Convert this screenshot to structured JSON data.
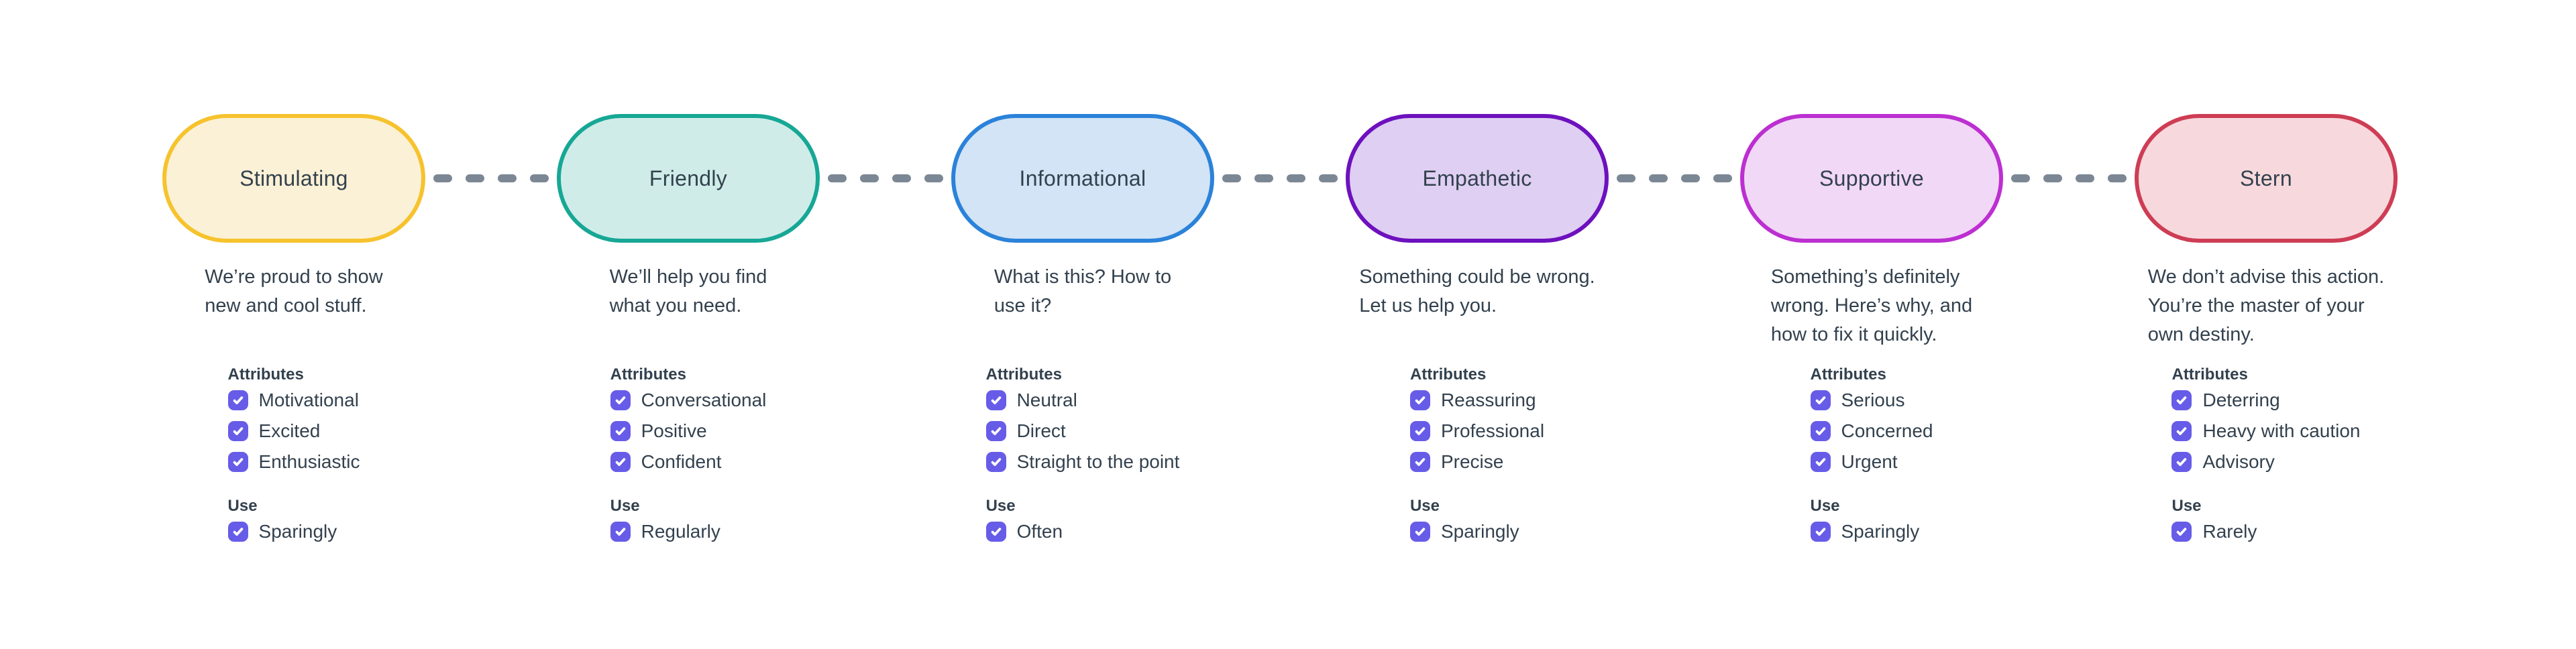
{
  "diagram": {
    "section_labels": {
      "attributes": "Attributes",
      "use": "Use"
    },
    "styles": {
      "checkbox_color": "#675CE8",
      "connector_color": "#7B8794",
      "text_color": "#33414E",
      "background_color": "#FFFFFF"
    },
    "tones": [
      {
        "label": "Stimulating",
        "description": "We’re proud to show\nnew and cool stuff.",
        "attributes": [
          "Motivational",
          "Excited",
          "Enthusiastic"
        ],
        "use": "Sparingly",
        "border_color": "#F6C32E",
        "fill_color": "#FBF1D6"
      },
      {
        "label": "Friendly",
        "description": "We’ll help you find\nwhat you need.",
        "attributes": [
          "Conversational",
          "Positive",
          "Confident"
        ],
        "use": "Regularly",
        "border_color": "#17A795",
        "fill_color": "#D0ECE9"
      },
      {
        "label": "Informational",
        "description": "What is this? How to\nuse it?",
        "attributes": [
          "Neutral",
          "Direct",
          "Straight to the point"
        ],
        "use": "Often",
        "border_color": "#2B82D9",
        "fill_color": "#D2E4F5"
      },
      {
        "label": "Empathetic",
        "description": "Something could be wrong.\nLet us help you.",
        "attributes": [
          "Reassuring",
          "Professional",
          "Precise"
        ],
        "use": "Sparingly",
        "border_color": "#6D11BE",
        "fill_color": "#DFCFF2"
      },
      {
        "label": "Supportive",
        "description": "Something’s definitely\nwrong. Here’s why, and\nhow to fix it quickly.",
        "attributes": [
          "Serious",
          "Concerned",
          "Urgent"
        ],
        "use": "Sparingly",
        "border_color": "#BC2FD1",
        "fill_color": "#F1D8F6"
      },
      {
        "label": "Stern",
        "description": "We don’t advise this action.\nYou’re the master of your\nown destiny.",
        "attributes": [
          "Deterring",
          "Heavy with caution",
          "Advisory"
        ],
        "use": "Rarely",
        "border_color": "#CE3D55",
        "fill_color": "#F7D9DD"
      }
    ]
  }
}
